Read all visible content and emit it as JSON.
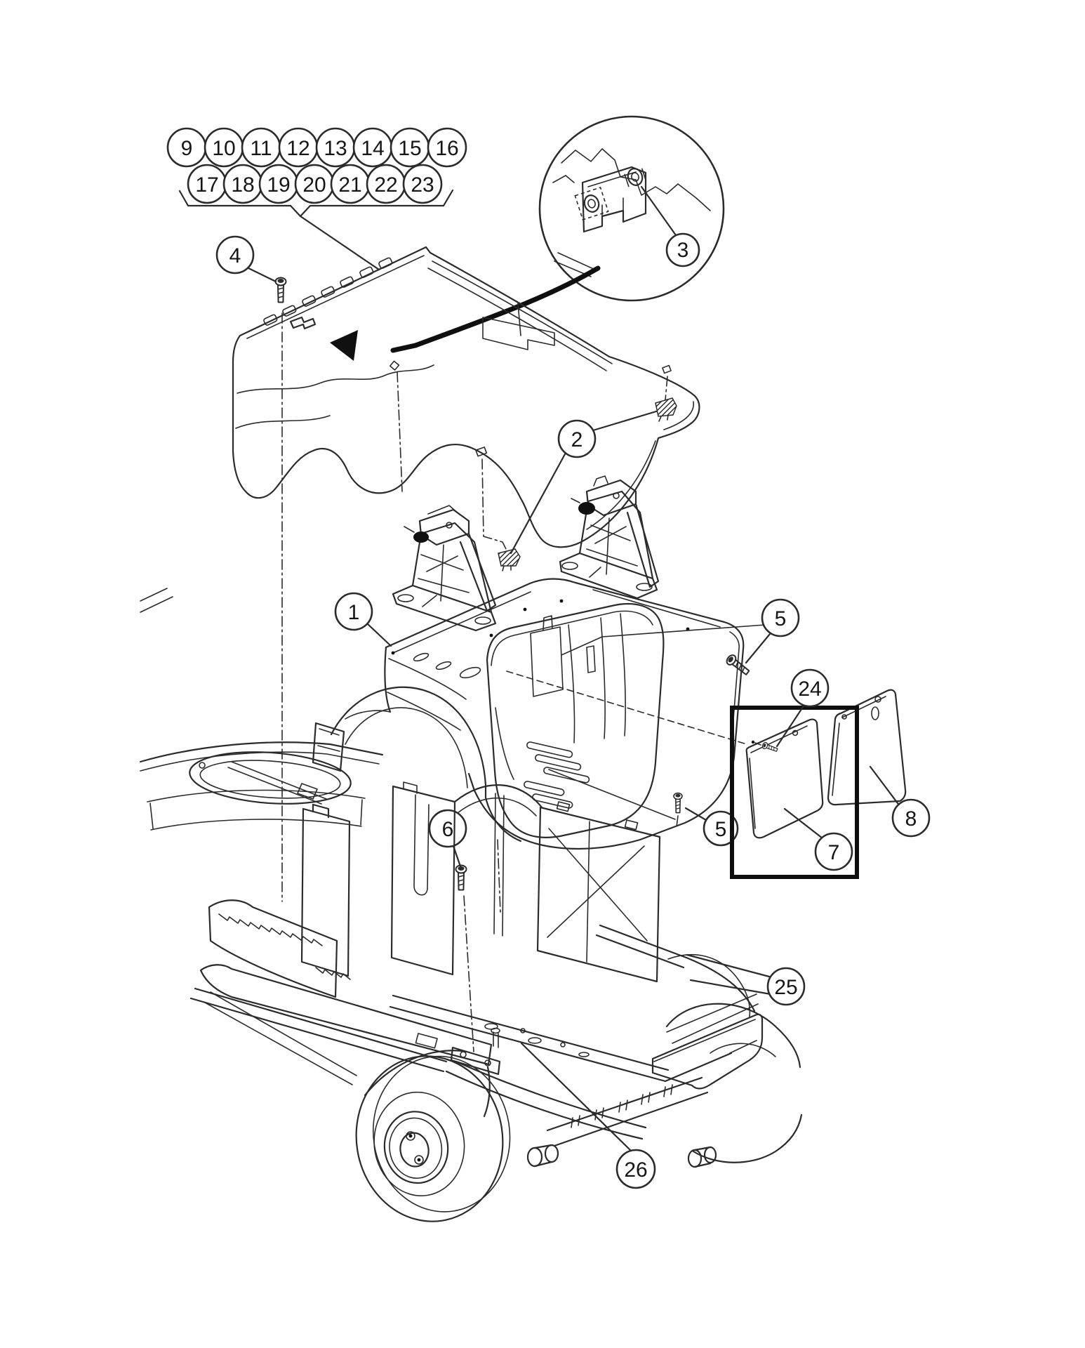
{
  "diagram": {
    "background": "#ffffff",
    "line_color": "#2b2b2b",
    "highlight_color": "#0f0f0f"
  },
  "callout_rows": {
    "row1": [
      "9",
      "10",
      "11",
      "12",
      "13",
      "14",
      "15",
      "16"
    ],
    "row2": [
      "17",
      "18",
      "19",
      "20",
      "21",
      "22",
      "23"
    ]
  },
  "callouts": {
    "c1": "1",
    "c2": "2",
    "c3": "3",
    "c4": "4",
    "c5a": "5",
    "c5b": "5",
    "c6": "6",
    "c7": "7",
    "c8": "8",
    "c24": "24",
    "c25": "25",
    "c26": "26"
  }
}
